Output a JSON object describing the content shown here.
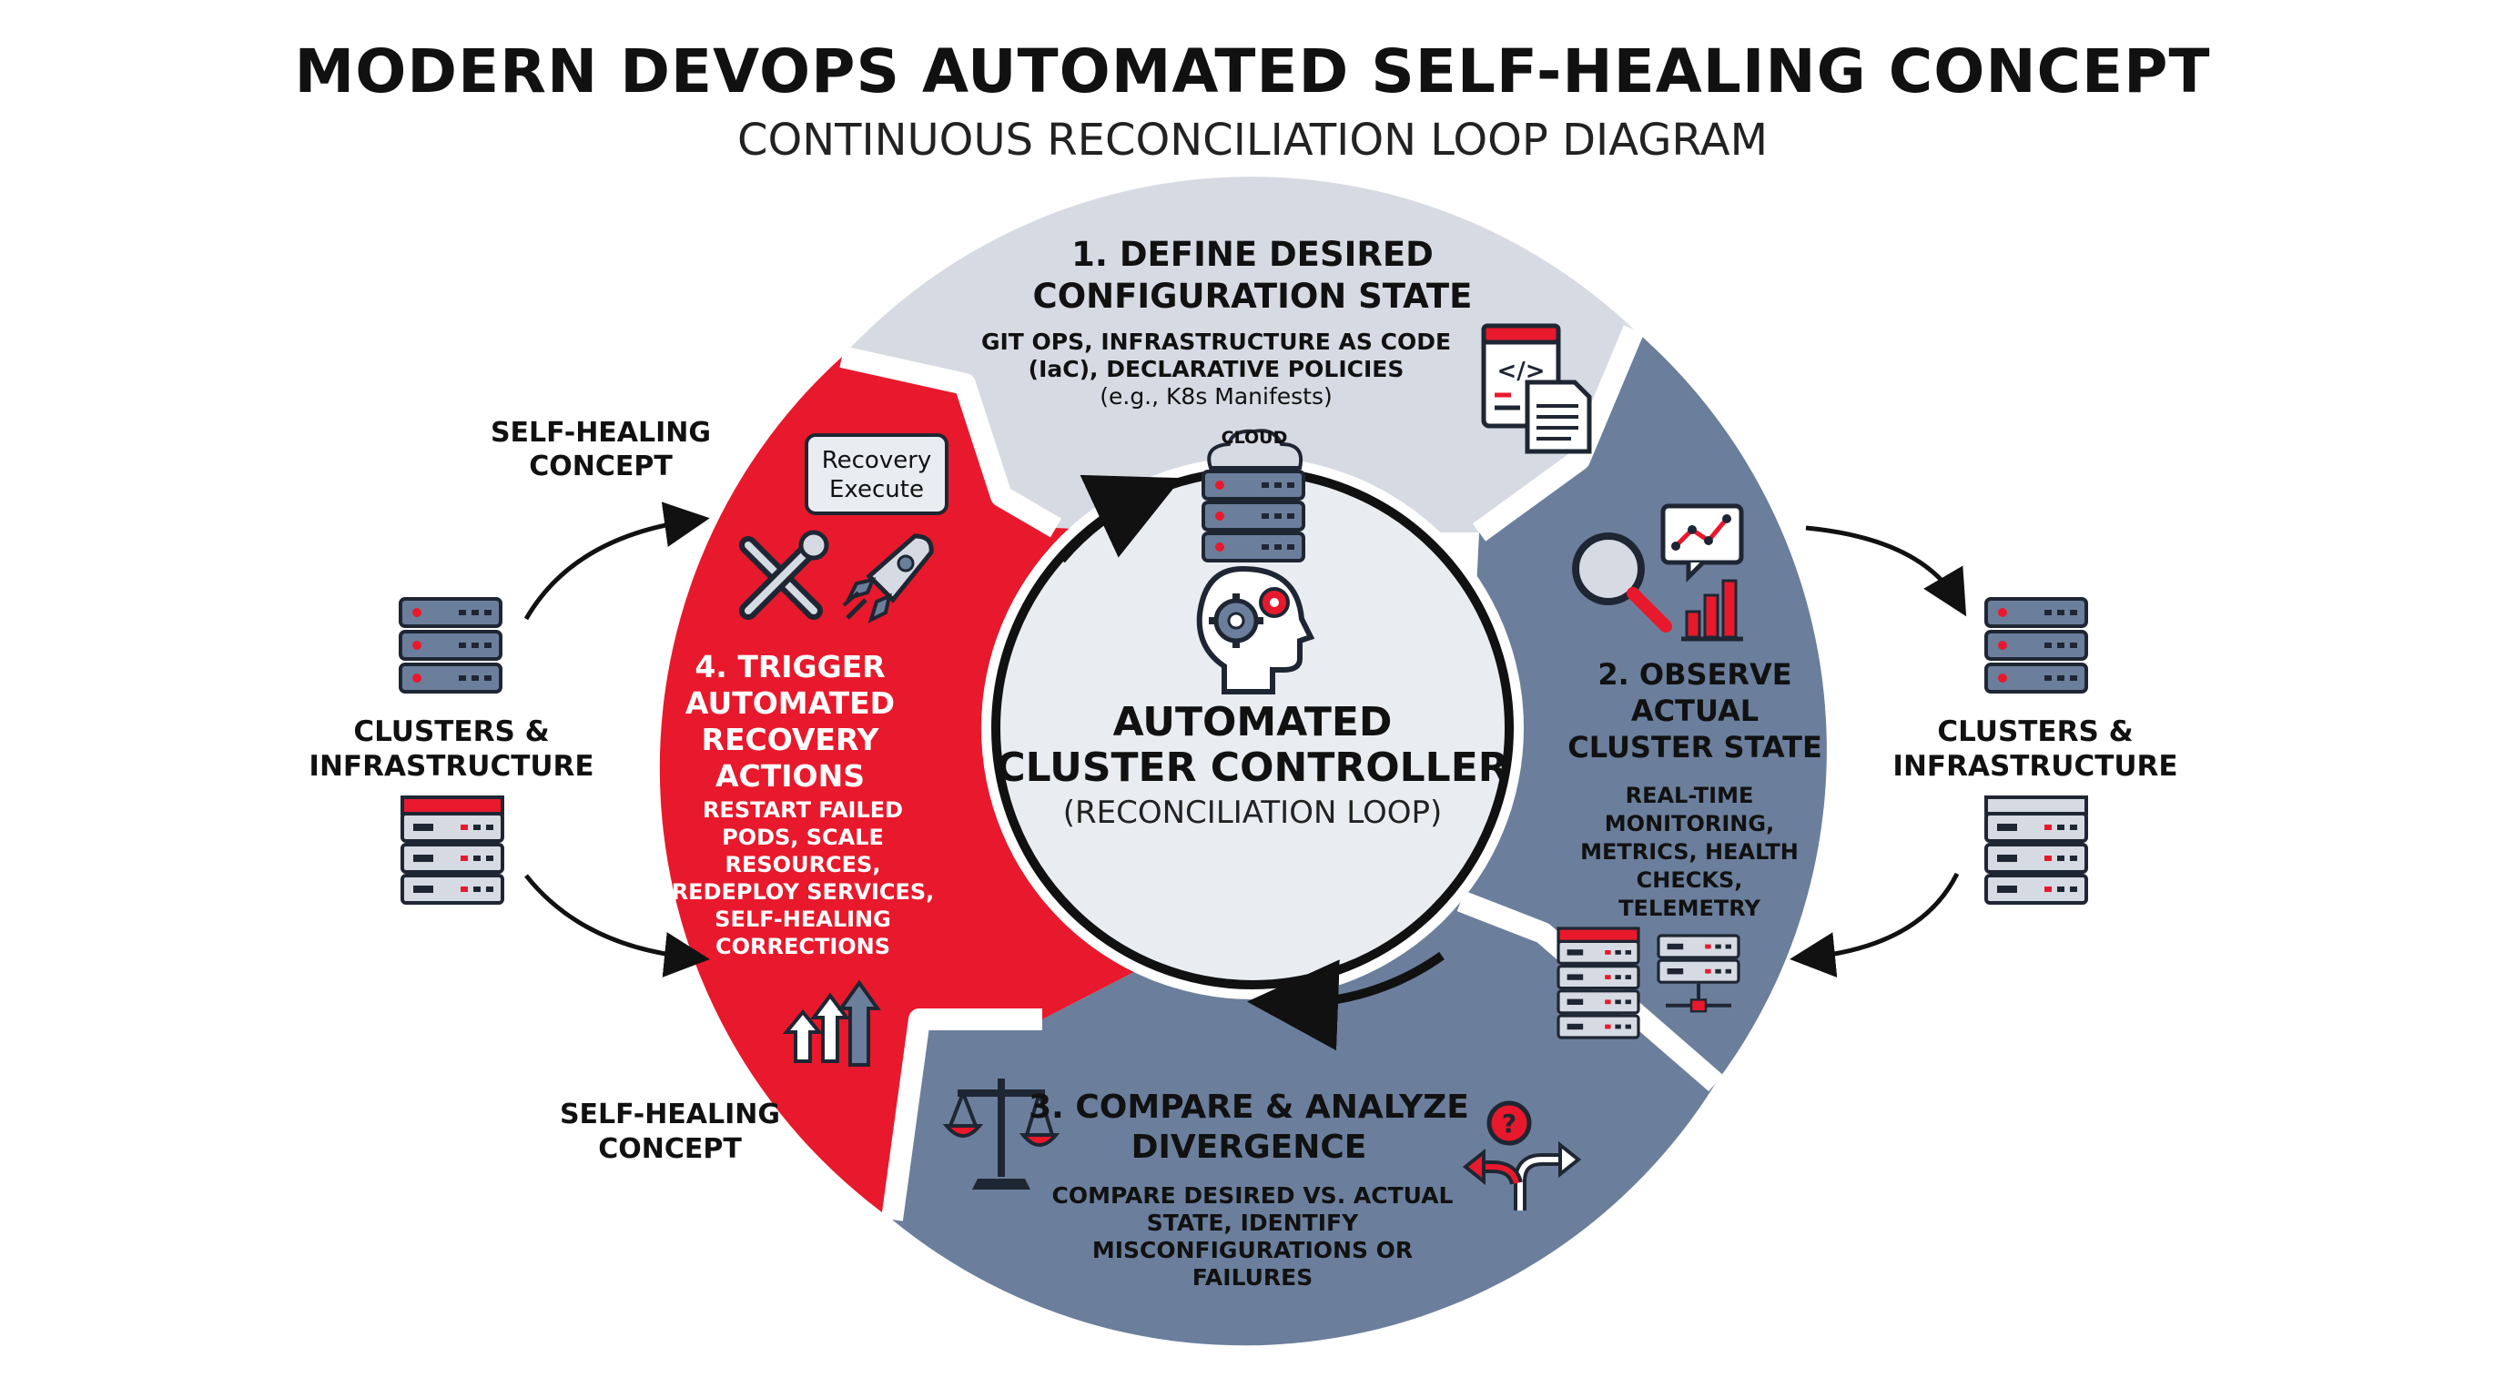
{
  "header": {
    "title": "MODERN DEVOPS AUTOMATED SELF-HEALING CONCEPT",
    "subtitle": "CONTINUOUS RECONCILIATION LOOP DIAGRAM"
  },
  "colors": {
    "step1_fill": "#d6dbe3",
    "step2_fill": "#6b7f9c",
    "step3_fill": "#6b7f9c",
    "step4_fill": "#e8192c",
    "center_fill": "#e9ecf1",
    "accent_red": "#e8192c",
    "server_gray": "#6b7f9c"
  },
  "center": {
    "title_line1": "AUTOMATED",
    "title_line2": "CLUSTER CONTROLLER",
    "subtitle": "(RECONCILIATION LOOP)",
    "cloud_label": "CLOUD"
  },
  "step1": {
    "title_line1": "1. DEFINE DESIRED",
    "title_line2": "CONFIGURATION STATE",
    "desc_line1": "GIT OPS, INFRASTRUCTURE AS CODE",
    "desc_line2": "(IaC), DECLARATIVE POLICIES",
    "desc_line3": "(e.g., K8s Manifests)"
  },
  "step2": {
    "title_line1": "2. OBSERVE",
    "title_line2": "ACTUAL",
    "title_line3": "CLUSTER STATE",
    "desc_line1": "REAL-TIME",
    "desc_line2": "MONITORING,",
    "desc_line3": "METRICS, HEALTH",
    "desc_line4": "CHECKS,",
    "desc_line5": "TELEMETRY"
  },
  "step3": {
    "title_line1": "3. COMPARE & ANALYZE",
    "title_line2": "DIVERGENCE",
    "desc_line1": "COMPARE DESIRED VS. ACTUAL",
    "desc_line2": "STATE, IDENTIFY",
    "desc_line3": "MISCONFIGURATIONS OR",
    "desc_line4": "FAILURES"
  },
  "step4": {
    "badge_line1": "Recovery",
    "badge_line2": "Execute",
    "title_line1": "4. TRIGGER",
    "title_line2": "AUTOMATED",
    "title_line3": "RECOVERY",
    "title_line4": "ACTIONS",
    "desc_line1": "RESTART FAILED",
    "desc_line2": "PODS, SCALE",
    "desc_line3": "RESOURCES,",
    "desc_line4": "REDEPLOY SERVICES,",
    "desc_line5": "SELF-HEALING",
    "desc_line6": "CORRECTIONS"
  },
  "left": {
    "top_label_line1": "SELF-HEALING",
    "top_label_line2": "CONCEPT",
    "cluster_line1": "CLUSTERS &",
    "cluster_line2": "INFRASTRUCTURE",
    "bottom_label_line1": "SELF-HEALING",
    "bottom_label_line2": "CONCEPT"
  },
  "right": {
    "cluster_line1": "CLUSTERS &",
    "cluster_line2": "INFRASTRUCTURE"
  }
}
